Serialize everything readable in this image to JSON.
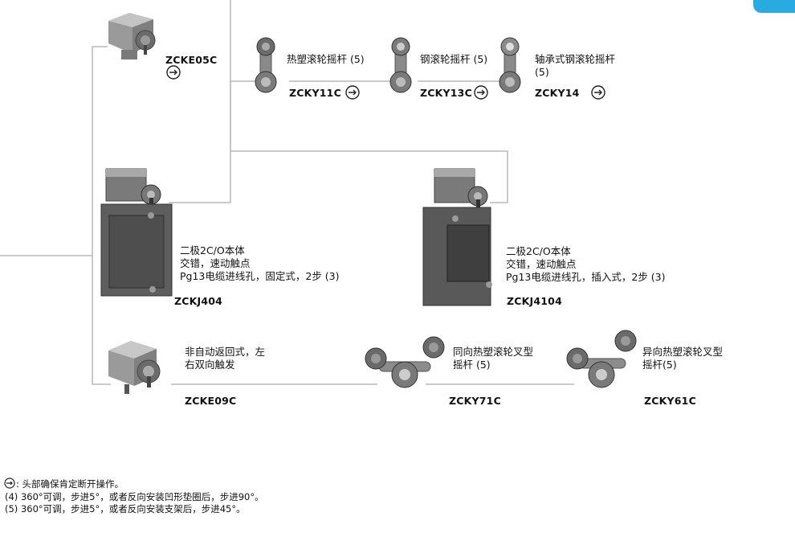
{
  "products": {
    "zcke05c": {
      "code": "ZCKE05C"
    },
    "zcky11c": {
      "code": "ZCKY11C",
      "desc": "热塑滚轮摇杆 (5)"
    },
    "zcky13c": {
      "code": "ZCKY13C",
      "desc": "钢滚轮摇杆 (5)"
    },
    "zcky14": {
      "code": "ZCKY14",
      "desc_lines": [
        "轴承式钢滚轮摇杆",
        "(5)"
      ]
    },
    "zckj404": {
      "code": "ZCKJ404",
      "desc_lines": [
        "二极2C/O本体",
        "交错，速动触点",
        "Pg13电缆进线孔，固定式，2步 (3)"
      ]
    },
    "zckj4104": {
      "code": "ZCKJ4104",
      "desc_lines": [
        "二极2C/O本体",
        "交错，速动触点",
        "Pg13电缆进线孔，插入式，2步 (3)"
      ]
    },
    "zcke09c": {
      "code": "ZCKE09C",
      "desc_lines": [
        "非自动返回式，左",
        "右双向触发"
      ]
    },
    "zcky71c": {
      "code": "ZCKY71C",
      "desc_lines": [
        "同向热塑滚轮叉型",
        "摇杆 (5)"
      ]
    },
    "zcky61c": {
      "code": "ZCKY61C",
      "desc_lines": [
        "异向热塑滚轮叉型",
        "摇杆(5)"
      ]
    }
  },
  "notes": {
    "legend": ": 头部确保肯定断开操作。",
    "note4": "(4) 360°可调，步进5°，或者反向安装凹形垫圈后，步进90°。",
    "note5": "(5) 360°可调，步进5°，或者反向安装支架后，步进45°。"
  },
  "icons": {
    "positive_break": "circled-arrow-icon"
  },
  "colors": {
    "wire": "#b9b9b9",
    "accent": "#29abe2",
    "body": "#6b6b6b",
    "body_dark": "#4a4a4a",
    "head": "#9a9a9a"
  }
}
